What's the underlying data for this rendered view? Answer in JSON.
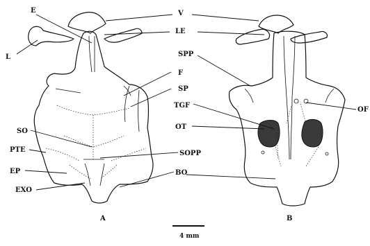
{
  "labels": {
    "E": "E",
    "V": "V",
    "LE": "LE",
    "L": "L",
    "SPP": "SPP",
    "F": "F",
    "SP": "SP",
    "OF": "OF",
    "TGF": "TGF",
    "OT": "OT",
    "SO": "SO",
    "PTE": "PTE",
    "SOPP": "SOPP",
    "EP": "EP",
    "BO": "BO",
    "EXO": "EXO"
  },
  "panels": {
    "a": "A",
    "b": "B"
  },
  "scale_bar": {
    "label": "4 mm"
  }
}
